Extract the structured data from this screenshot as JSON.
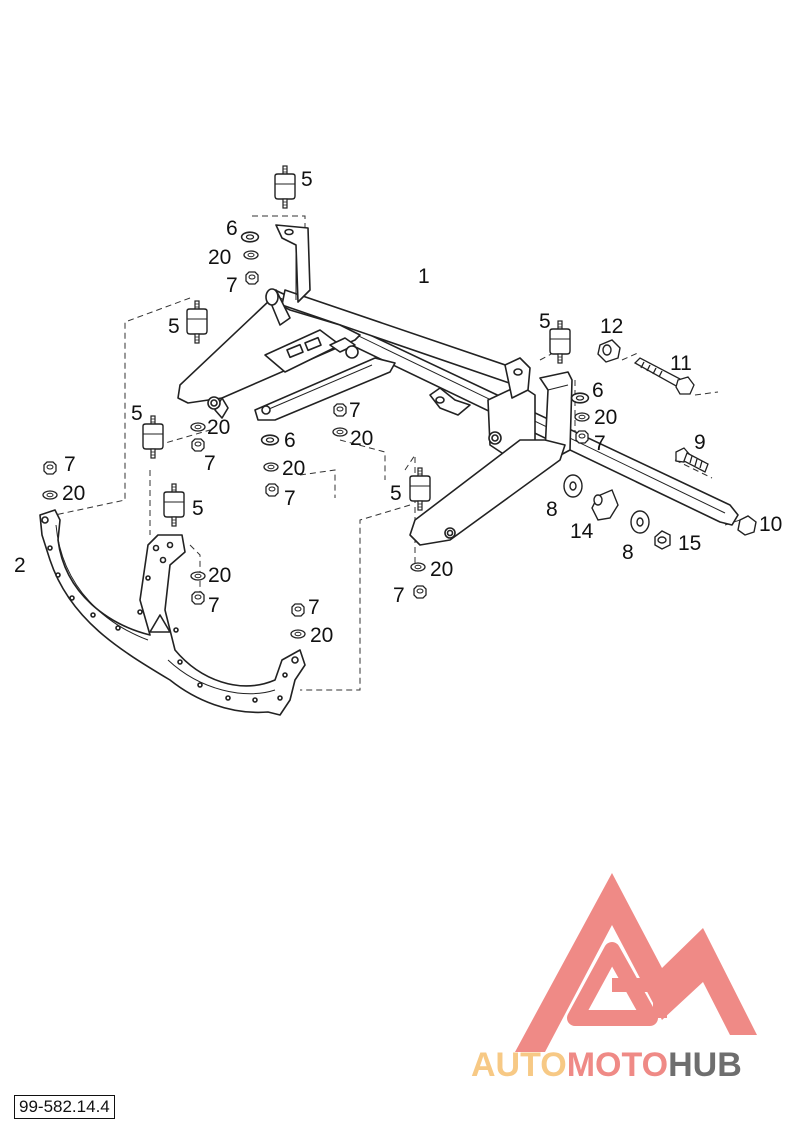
{
  "diagram_ref": "99-582.14.4",
  "colors": {
    "line": "#222222",
    "logo_red": "#ef8a86",
    "logo_orange": "#f7c985",
    "logo_gray": "#6e6e6e"
  },
  "watermark": {
    "part1": "AUTO",
    "part2": "MOTO",
    "part3": "HUB"
  },
  "callouts": [
    "1",
    "2",
    "5",
    "5",
    "5",
    "5",
    "5",
    "5",
    "6",
    "6",
    "6",
    "7",
    "7",
    "7",
    "7",
    "7",
    "7",
    "7",
    "7",
    "7",
    "8",
    "8",
    "9",
    "10",
    "11",
    "12",
    "14",
    "15",
    "20",
    "20",
    "20",
    "20",
    "20",
    "20",
    "20",
    "20",
    "20"
  ]
}
